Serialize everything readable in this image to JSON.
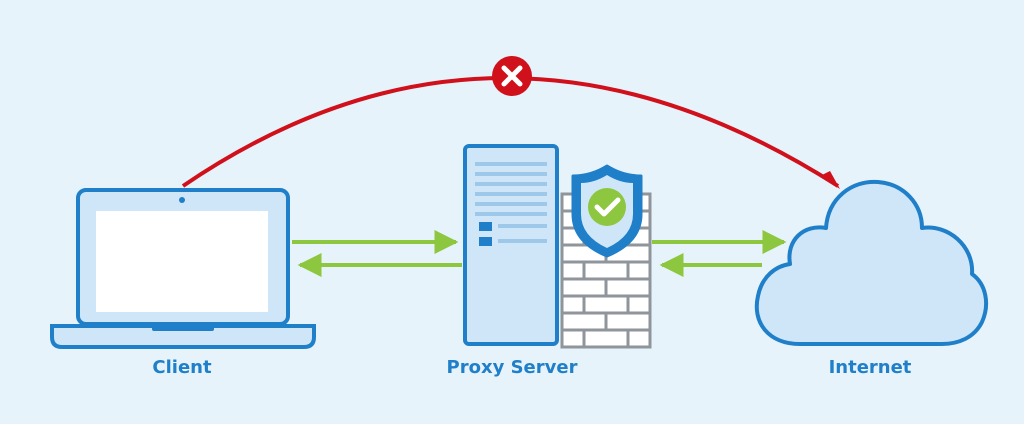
{
  "labels": {
    "client": "Client",
    "proxy": "Proxy Server",
    "internet": "Internet"
  },
  "colors": {
    "background": "#e6f3fb",
    "outline": "#1f7fc9",
    "fill_light": "#cfe6f8",
    "screen": "#ffffff",
    "arrow_allowed": "#8dc63f",
    "arrow_blocked": "#d0101b",
    "firewall_grey": "#8f959b",
    "shield_check": "#8dc63f"
  },
  "icons": {
    "client": "laptop-icon",
    "proxy": "server-icon",
    "firewall": "brick-wall-icon",
    "shield": "shield-check-icon",
    "internet": "cloud-icon",
    "blocked": "x-circle-icon"
  }
}
